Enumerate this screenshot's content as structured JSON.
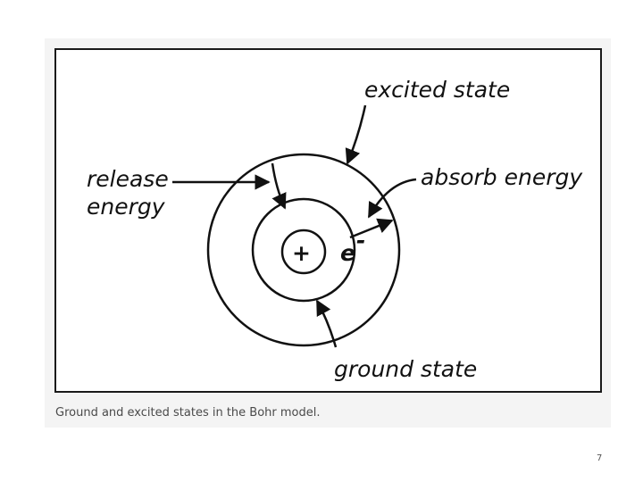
{
  "diagram": {
    "labels": {
      "excited_state": "excited state",
      "release_line1": "release",
      "release_line2": "energy",
      "absorb_energy": "absorb energy",
      "ground_state": "ground state",
      "nucleus": "+",
      "electron": "e",
      "electron_charge": "-"
    }
  },
  "caption": "Ground and excited states in the Bohr model.",
  "page_number": "7"
}
